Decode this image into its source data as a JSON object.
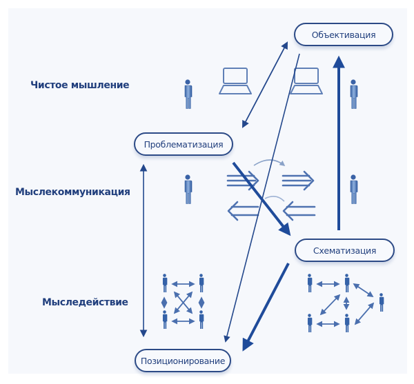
{
  "diagram": {
    "row_labels": [
      {
        "id": "pure-thinking",
        "text": "Чистое мышление"
      },
      {
        "id": "thought-communication",
        "text": "Мыслекоммуникация"
      },
      {
        "id": "thought-action",
        "text": "Мыследействие"
      }
    ],
    "nodes": [
      {
        "id": "objectification",
        "text": "Объективация"
      },
      {
        "id": "problematization",
        "text": "Проблематизация"
      },
      {
        "id": "schematization",
        "text": "Схематизация"
      },
      {
        "id": "positioning",
        "text": "Позиционирование"
      }
    ],
    "edges": [
      {
        "from": "problematization",
        "to": "objectification",
        "style": "thin",
        "direction": "both"
      },
      {
        "from": "objectification",
        "to": "positioning",
        "style": "thin",
        "direction": "forward"
      },
      {
        "from": "problematization",
        "to": "schematization",
        "style": "thick",
        "direction": "forward"
      },
      {
        "from": "schematization",
        "to": "objectification",
        "style": "thick",
        "direction": "forward"
      },
      {
        "from": "schematization",
        "to": "positioning",
        "style": "thick",
        "direction": "forward"
      },
      {
        "from": "problematization",
        "to": "positioning",
        "style": "thin",
        "direction": "both"
      }
    ],
    "icons": {
      "pure_thinking": [
        "person-icon",
        "laptop-icon",
        "laptop-icon",
        "person-icon"
      ],
      "thought_communication": [
        "person-icon",
        "double-arrow-right-icon",
        "double-arrow-left-icon",
        "person-icon"
      ],
      "thought_action": [
        "group-interaction-grid-icon",
        "group-interaction-network-icon"
      ]
    },
    "colors": {
      "primary": "#2c4a86",
      "accent": "#1f4b9a",
      "text": "#213f7d",
      "icon": "#3e66a8",
      "background": "#f6f8fc"
    }
  }
}
